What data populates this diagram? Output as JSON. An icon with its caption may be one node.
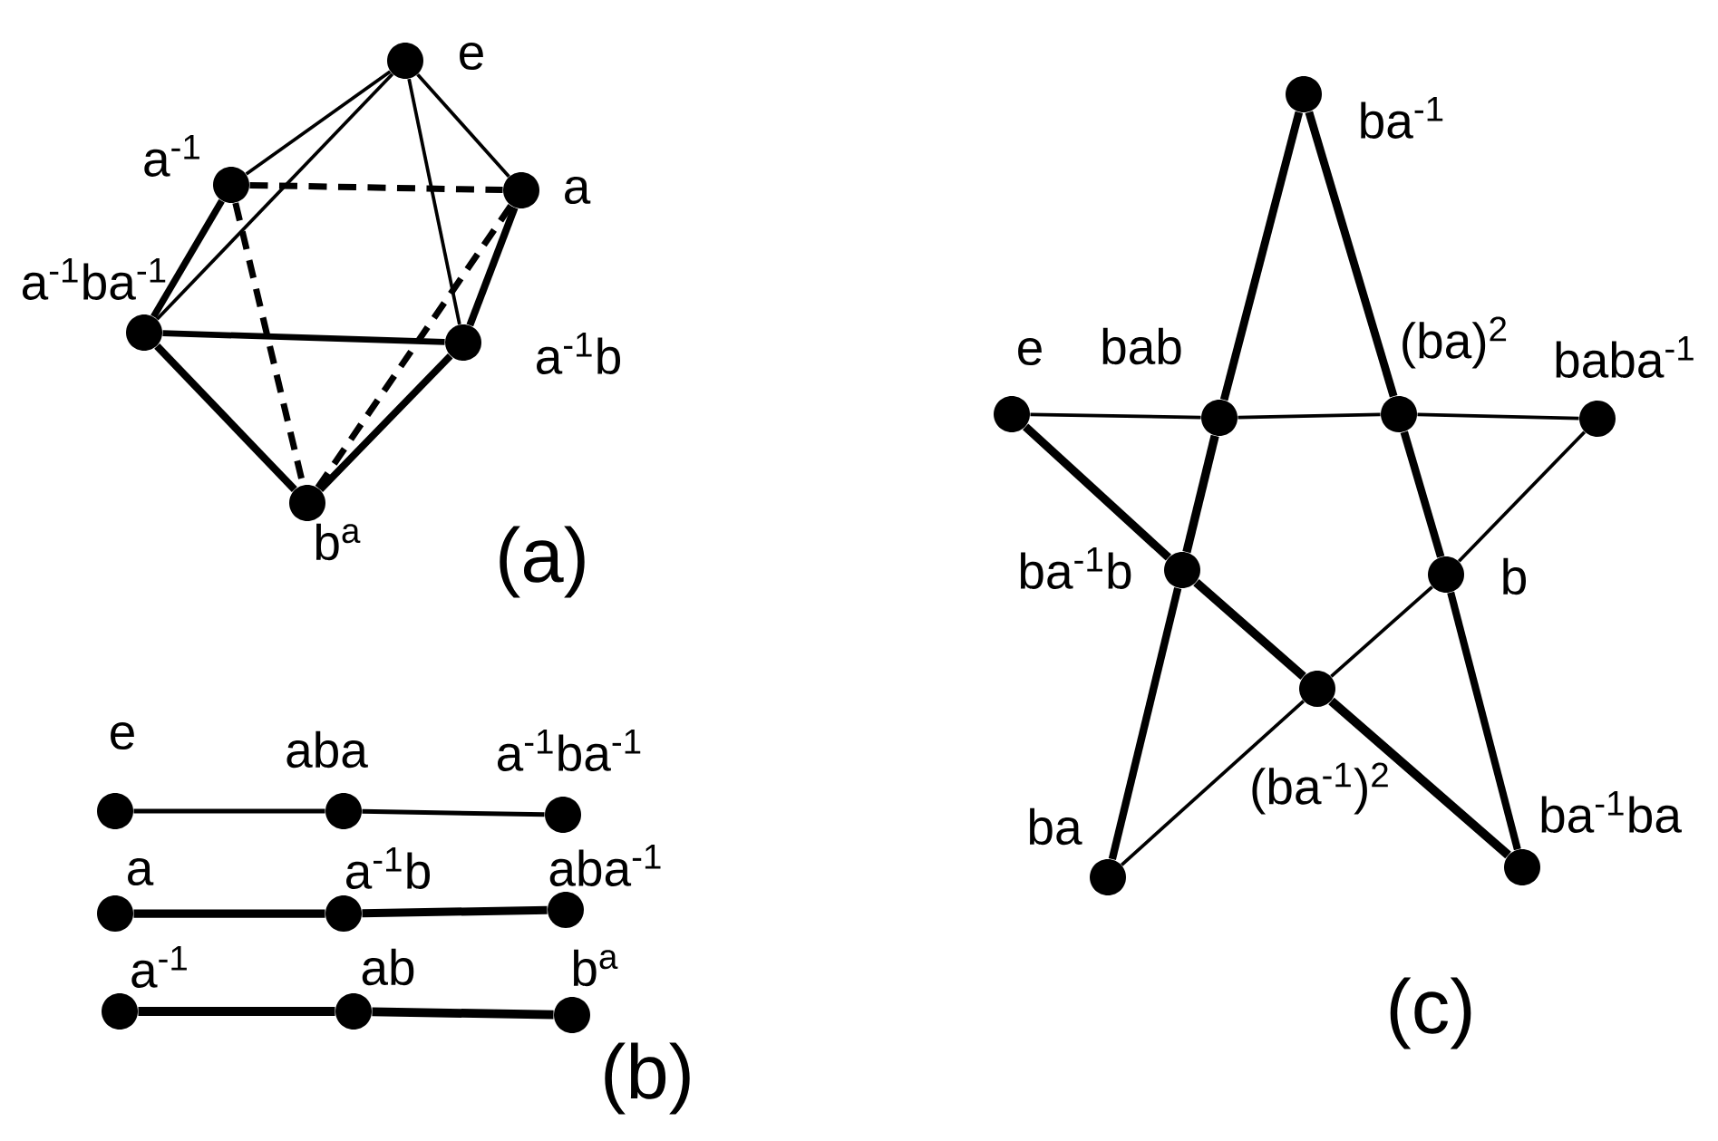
{
  "diagram": {
    "nodes": [
      {
        "text": [],
        "shape": "circle",
        "beside": [
          "e"
        ]
      },
      {
        "text": [],
        "shape": "circle",
        "beside": [
          "a$^{-1}$"
        ]
      },
      {
        "text": [],
        "shape": "circle",
        "beside": [
          "a"
        ]
      },
      {
        "text": [],
        "shape": "circle",
        "beside": [
          "a$^{-1}$ba$^{-1}$"
        ]
      },
      {
        "text": [],
        "shape": "circle",
        "beside": [
          "a$^{-1}$b"
        ]
      },
      {
        "text": [],
        "shape": "circle",
        "beside": [
          "b$^{a}$"
        ]
      },
      {
        "text": [],
        "shape": "circle",
        "beside": [
          "e"
        ]
      },
      {
        "text": [],
        "shape": "circle",
        "beside": [
          "aba"
        ]
      },
      {
        "text": [],
        "shape": "circle",
        "beside": [
          "a$^{-1}$ba$^{-1}$"
        ]
      },
      {
        "text": [],
        "shape": "circle",
        "beside": [
          "a"
        ]
      },
      {
        "text": [],
        "shape": "circle",
        "beside": [
          "a$^{-1}$b"
        ]
      },
      {
        "text": [],
        "shape": "circle",
        "beside": [
          "aba$^{-1}$"
        ]
      },
      {
        "text": [],
        "shape": "circle",
        "beside": [
          "a$^{-1}$"
        ]
      },
      {
        "text": [],
        "shape": "circle",
        "beside": [
          "ab"
        ]
      },
      {
        "text": [],
        "shape": "circle",
        "beside": [
          "b$^{a}$"
        ]
      },
      {
        "text": [],
        "shape": "circle",
        "beside": [
          "ba$^{-1}$"
        ]
      },
      {
        "text": [],
        "shape": "circle",
        "beside": [
          "e"
        ]
      },
      {
        "text": [],
        "shape": "circle",
        "beside": [
          "bab"
        ]
      },
      {
        "text": [],
        "shape": "circle",
        "beside": [
          "(ba)$^{2}$"
        ]
      },
      {
        "text": [],
        "shape": "circle",
        "beside": [
          "baba$^{-1}$"
        ]
      },
      {
        "text": [],
        "shape": "circle",
        "beside": [
          "ba$^{-1}$b"
        ]
      },
      {
        "text": [],
        "shape": "circle",
        "beside": [
          "b"
        ]
      },
      {
        "text": [],
        "shape": "circle",
        "beside": [
          "(ba$^{-1}$)$^{2}$"
        ]
      },
      {
        "text": [],
        "shape": "circle",
        "beside": [
          "ba"
        ]
      },
      {
        "text": [],
        "shape": "circle",
        "beside": [
          "ba$^{-1}$ba"
        ]
      }
    ],
    "edges": [
      {
        "from": 0,
        "to": 1,
        "arrow": "none"
      },
      {
        "from": 0,
        "to": 3,
        "arrow": "none"
      },
      {
        "from": 0,
        "to": 2,
        "arrow": "none"
      },
      {
        "from": 0,
        "to": 4,
        "arrow": "none"
      },
      {
        "from": 1,
        "to": 2,
        "arrow": "none",
        "style": "dashed"
      },
      {
        "from": 1,
        "to": 3,
        "arrow": "none"
      },
      {
        "from": 1,
        "to": 5,
        "arrow": "none",
        "style": "dashed"
      },
      {
        "from": 2,
        "to": 4,
        "arrow": "none"
      },
      {
        "from": 2,
        "to": 5,
        "arrow": "none",
        "style": "dashed"
      },
      {
        "from": 3,
        "to": 4,
        "arrow": "none"
      },
      {
        "from": 3,
        "to": 5,
        "arrow": "none"
      },
      {
        "from": 4,
        "to": 5,
        "arrow": "none"
      },
      {
        "from": 6,
        "to": 7,
        "arrow": "none"
      },
      {
        "from": 7,
        "to": 8,
        "arrow": "none"
      },
      {
        "from": 9,
        "to": 10,
        "arrow": "none"
      },
      {
        "from": 10,
        "to": 11,
        "arrow": "none"
      },
      {
        "from": 12,
        "to": 13,
        "arrow": "none"
      },
      {
        "from": 13,
        "to": 14,
        "arrow": "none"
      },
      {
        "from": 15,
        "to": 17,
        "arrow": "none"
      },
      {
        "from": 15,
        "to": 18,
        "arrow": "none"
      },
      {
        "from": 16,
        "to": 17,
        "arrow": "none"
      },
      {
        "from": 17,
        "to": 18,
        "arrow": "none"
      },
      {
        "from": 18,
        "to": 19,
        "arrow": "none"
      },
      {
        "from": 16,
        "to": 20,
        "arrow": "none"
      },
      {
        "from": 17,
        "to": 20,
        "arrow": "none"
      },
      {
        "from": 18,
        "to": 21,
        "arrow": "none"
      },
      {
        "from": 19,
        "to": 21,
        "arrow": "none"
      },
      {
        "from": 20,
        "to": 22,
        "arrow": "none"
      },
      {
        "from": 21,
        "to": 22,
        "arrow": "none"
      },
      {
        "from": 20,
        "to": 23,
        "arrow": "none"
      },
      {
        "from": 22,
        "to": 23,
        "arrow": "none"
      },
      {
        "from": 22,
        "to": 24,
        "arrow": "none"
      },
      {
        "from": 21,
        "to": 24,
        "arrow": "none"
      }
    ],
    "labels": [
      "(a)",
      "(b)",
      "(c)"
    ]
  }
}
